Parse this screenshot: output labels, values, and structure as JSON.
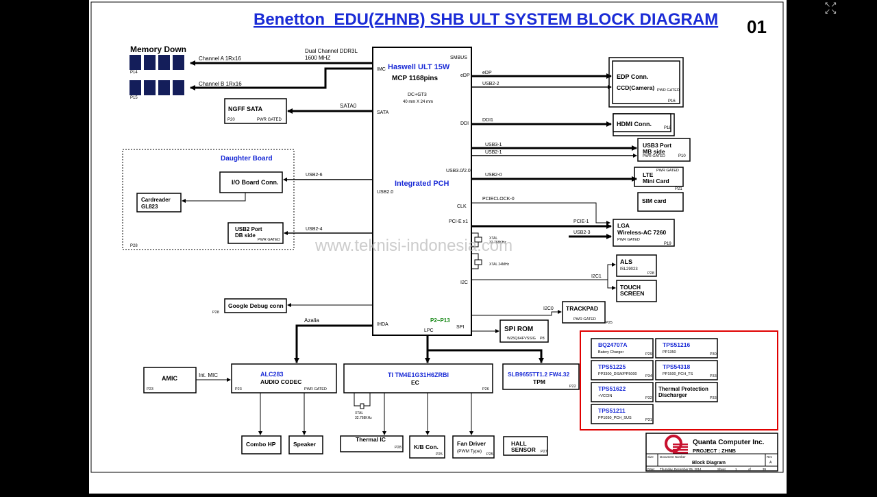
{
  "header": {
    "title": "Benetton_EDU(ZHNB) SHB ULT SYSTEM BLOCK DIAGRAM",
    "page_number": "01"
  },
  "watermark": "www.teknisi-indonesia.com",
  "memory": {
    "title": "Memory Down",
    "ch_a": "Channel A 1Rx16",
    "ch_b": "Channel B 1Rx16",
    "p14": "P14",
    "p15": "P15",
    "ddr_line1": "Dual Channel DDR3L",
    "ddr_line2": "1600 MHZ"
  },
  "cpu": {
    "title": "Haswell ULT 15W",
    "mcp": "MCP 1168pins",
    "gt": "DC+GT3",
    "size": "40 mm X 24 mm",
    "pch": "Integrated  PCH",
    "p2_13": "P2~P13",
    "pins": {
      "imc": "IMC",
      "smbus": "SMBUS",
      "edp": "eDP",
      "sata": "SATA",
      "ddi": "DDI",
      "usb30": "USB3.0/2.0",
      "usb20": "USB2.0",
      "clk": "CLK",
      "pcie": "PCI-E x1",
      "i2c": "I2C",
      "ihda": "IHDA",
      "lpc": "LPC",
      "spi": "SPI"
    }
  },
  "ngff": {
    "title": "NGFF SATA",
    "p": "P20",
    "pwr": "PWR GATED",
    "sig": "SATA0"
  },
  "daughter": {
    "title": "Daughter Board",
    "p28": "P28",
    "io": "I/O Board Conn.",
    "card1": "Cardreader",
    "card2": "GL823",
    "usb2a": "USB2 Port",
    "usb2b": "DB side",
    "usb2pwr": "PWR GATED",
    "sig_usb26": "USB2-6",
    "sig_usb24": "USB2-4"
  },
  "edp": {
    "title": "EDP  Conn.",
    "ccd": "CCD(Camera)",
    "pwr": "PWR GATED",
    "p": "P16",
    "sig1": "eDP",
    "sig2": "USB2-2"
  },
  "hdmi": {
    "title": "HDMI Conn.",
    "p": "P18",
    "sig": "DDI1"
  },
  "usb3": {
    "line1": "USB3 Port",
    "line2": "MB side",
    "pwr": "PWR GATED",
    "p": "P10",
    "sig1": "USB3-1",
    "sig2": "USB2-1"
  },
  "lte": {
    "pwr": "PWR GATED",
    "line1": "LTE",
    "line2": "Mini Card",
    "p": "P21",
    "sig": "USB2-0"
  },
  "sim": {
    "title": "SIM card"
  },
  "lga": {
    "line1": "LGA",
    "line2": "Wireless-AC 7260",
    "pwr": "PWR GATED",
    "p": "P19",
    "sig_clk": "PCIECLOCK-0",
    "sig_pcie": "PCIE-1",
    "sig_usb": "USB2-3"
  },
  "xtal": {
    "a_label": "XTAL",
    "a_freq": "32.768KHz",
    "b_label": "XTAL 24MHz",
    "c_label": "XTAL",
    "c_freq": "32.768KHz"
  },
  "als": {
    "title": "ALS",
    "part": "ISL29023",
    "p": "P28",
    "sig": "I2C1"
  },
  "touch": {
    "line1": "TOUCH",
    "line2": "SCREEN"
  },
  "trackpad": {
    "title": "TRACKPAD",
    "pwr": "PWR GATED",
    "p": "P25",
    "sig": "I2C0"
  },
  "google": {
    "title": "Google Debug conn",
    "p": "P28"
  },
  "spirom": {
    "title": "SPI ROM",
    "part": "W25Q64FVSSIG",
    "p": "P8"
  },
  "audio": {
    "azalia": "Azalia",
    "amic": "AMIC",
    "amic_p": "P23",
    "intmic": "Int. MIC",
    "codec": "ALC283",
    "codec_sub": "AUDIO CODEC",
    "codec_p": "P23",
    "codec_pwr": "PWR GATED",
    "combo": "Combo HP",
    "speaker": "Speaker"
  },
  "ec": {
    "title": "TI TM4E1G31H6ZRBI",
    "sub": "EC",
    "p": "P26",
    "thermal": "Thermal IC",
    "thermal_p": "P28",
    "kb": "K/B Con.",
    "kb_p": "P25",
    "fan": "Fan Driver",
    "fan_sub": "(PWM Type)",
    "fan_p": "P25"
  },
  "tpm": {
    "title": "SLB9655TT1.2 FW4.32",
    "sub": "TPM",
    "p": "P22"
  },
  "hall": {
    "line1": "HALL",
    "line2": "SENSOR",
    "p": "P27"
  },
  "power": [
    {
      "name": "BQ24707A",
      "desc": "Batery Charger",
      "p": "P29"
    },
    {
      "name": "TPS51216",
      "desc": "PP1350",
      "p": "P30"
    },
    {
      "name": "TPS51225",
      "desc": "PP3300_DSW/PP5000",
      "p": "P34"
    },
    {
      "name": "TPS54318",
      "desc": "PP1500_PCH_TS",
      "p": "P33"
    },
    {
      "name": "TPS51622",
      "desc": "+VCCIN",
      "p": "P32"
    },
    {
      "name": "Thermal Protection",
      "desc": "Discharger",
      "p": "P33"
    },
    {
      "name": "TPS51211",
      "desc": "PP1050_PCH_SUS",
      "p": "P31"
    }
  ],
  "titleblock": {
    "company": "Quanta Computer Inc.",
    "project": "PROJECT  :  ZHNB",
    "size_label": "Size",
    "doc_label": "Document Number",
    "rev_label": "Rev",
    "rev": "A",
    "doc": "Block Diagram",
    "date_label": "Date:",
    "date": "Thursday, December 05, 2014",
    "sheet_label": "Sheet",
    "sheet": "1",
    "of": "of",
    "total": "39"
  },
  "colors": {
    "accent_blue": "#1a2bd6",
    "memory_chip": "#141e5a",
    "highlight_red": "#e00000",
    "green": "#1a8a1a",
    "brand_red": "#c8102e"
  },
  "icons": {
    "fullscreen": "fullscreen-icon"
  }
}
